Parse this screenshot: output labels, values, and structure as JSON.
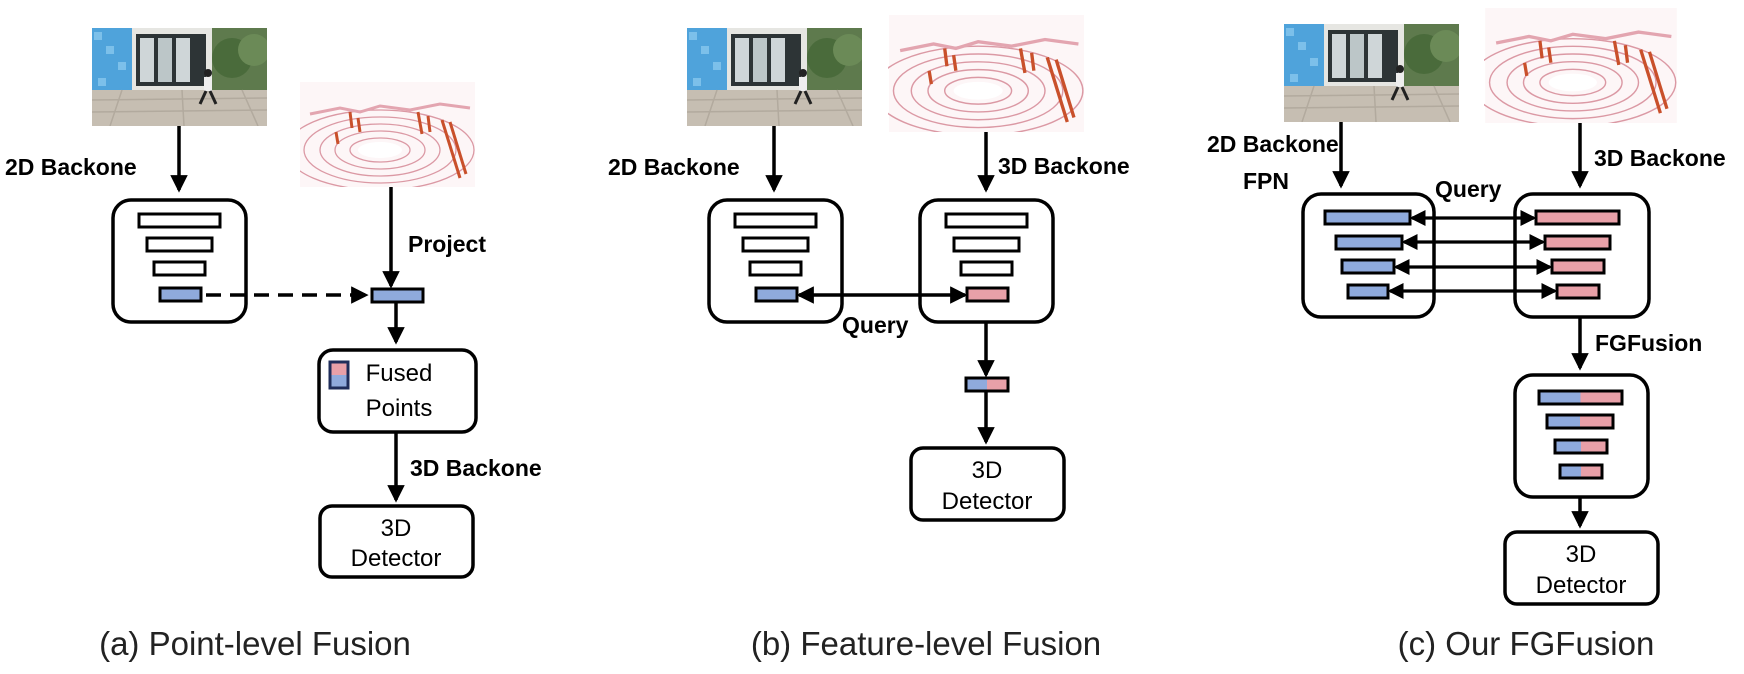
{
  "colors": {
    "image_feature": "#8faadc",
    "point_feature": "#e8a0a8",
    "sky": "#5aa7d8",
    "pavement": "#c9c2b8"
  },
  "panel_a": {
    "backbone_2d": "2D Backone",
    "project": "Project",
    "fused_line1": "Fused",
    "fused_line2": "Points",
    "backbone_3d": "3D Backone",
    "detector_line1": "3D",
    "detector_line2": "Detector",
    "caption": "(a) Point-level Fusion"
  },
  "panel_b": {
    "backbone_2d": "2D Backone",
    "backbone_3d": "3D Backone",
    "query": "Query",
    "detector_line1": "3D",
    "detector_line2": "Detector",
    "caption": "(b) Feature-level Fusion"
  },
  "panel_c": {
    "backbone_2d": "2D Backone",
    "fpn": "FPN",
    "backbone_3d": "3D Backone",
    "query": "Query",
    "fgfusion": "FGFusion",
    "detector_line1": "3D",
    "detector_line2": "Detector",
    "caption": "(c) Our FGFusion"
  }
}
